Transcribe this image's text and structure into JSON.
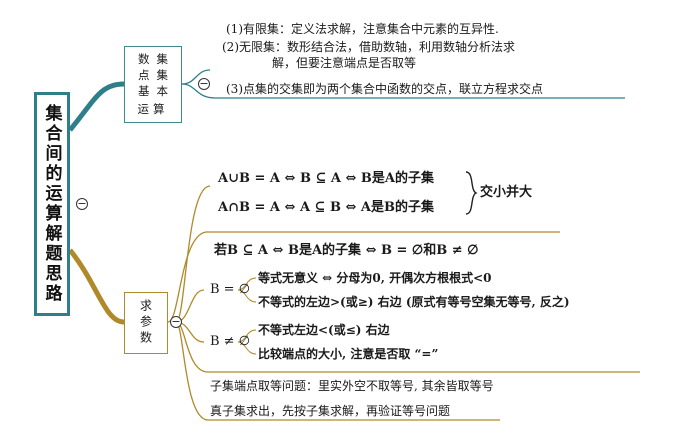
{
  "root": {
    "title": "集合间的运算解题思路"
  },
  "branch_set_ops": {
    "label_col1": [
      "数",
      "点",
      "基"
    ],
    "label_col2": [
      "集",
      "集",
      "本"
    ],
    "label_tail": "运算",
    "notes": [
      "(1)有限集：定义法求解，注意集合中元素的互异性.",
      "(2)无限集：数形结合法，借助数轴，利用数轴分析法求",
      "解，但要注意端点是否取等",
      "(3)点集的交集即为两个集合中函数的交点，联立方程求交点"
    ]
  },
  "branch_params": {
    "label": "求参数",
    "union_rule": "A∪B = A ⇔ B ⊆ A ⇔ B是A的子集",
    "intersection_rule": "A∩B = A ⇔ A ⊆ B ⇔ A是B的子集",
    "summary": "交小并大",
    "subset_rule": "若B ⊆ A ⇔ B是A的子集 ⇔ B = ∅和B ≠ ∅",
    "empty_case": "B = ∅",
    "empty_items": [
      "等式无意义 ⇔ 分母为0, 开偶次方根根式<0",
      "不等式的左边>(或≥) 右边 (原式有等号空集无等号, 反之)"
    ],
    "nonempty_case": "B ≠ ∅",
    "nonempty_items": [
      "不等式左边<(或≤) 右边",
      "比较端点的大小, 注意是否取 “=”"
    ],
    "endpoint_rule": "子集端点取等问题：里实外空不取等号, 其余皆取等号",
    "proper_subset_rule": "真子集求出，先按子集求解，再验证等号问题"
  },
  "colors": {
    "teal": "#2f7f8a",
    "gold": "#b08a2a"
  }
}
